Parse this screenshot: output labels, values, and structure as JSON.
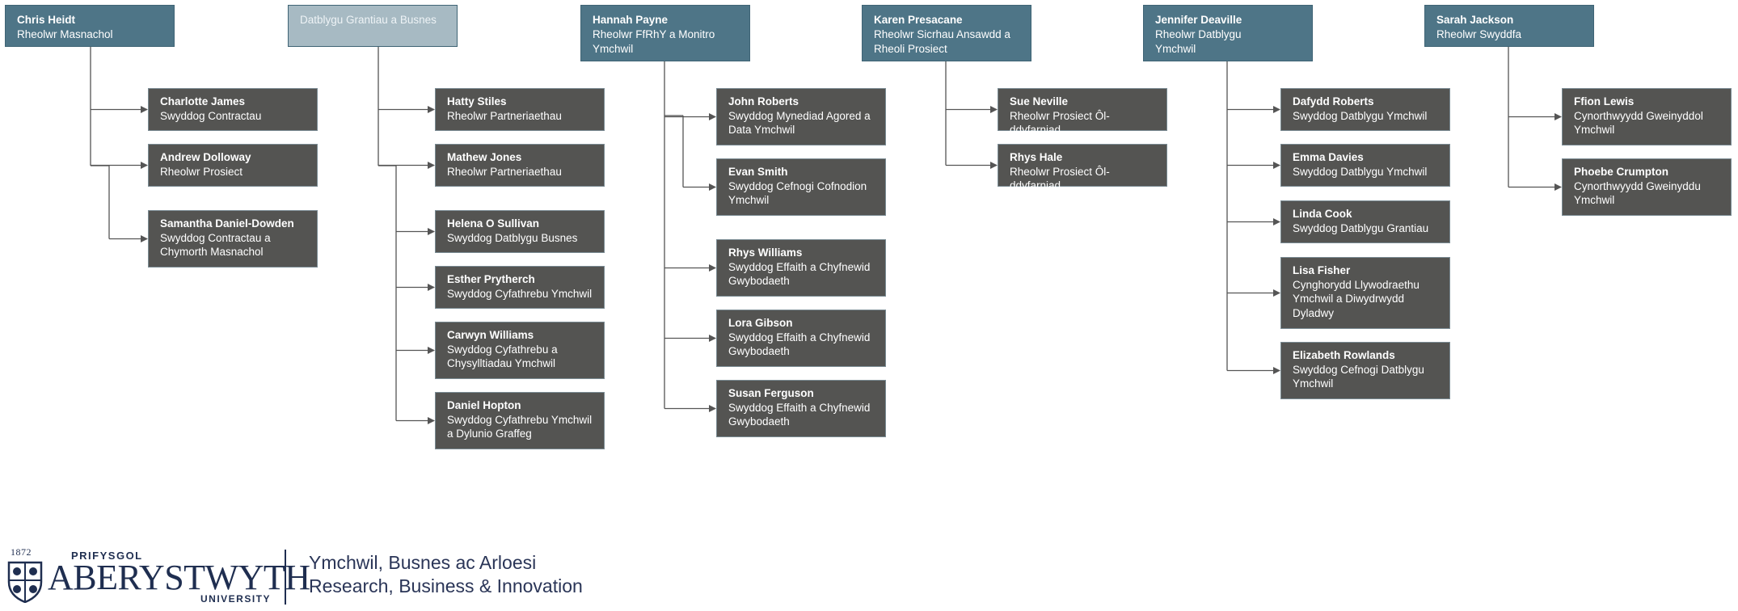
{
  "columns": [
    {
      "head": {
        "name": "Chris Heidt",
        "title_lines": [
          "Rheolwr Masnachol"
        ]
      },
      "reports": [
        {
          "name": "Charlotte James",
          "title_lines": [
            "Swyddog Contractau"
          ]
        },
        {
          "name": "Andrew Dolloway",
          "title_lines": [
            "Rheolwr Prosiect"
          ]
        },
        {
          "name": "Samantha Daniel-Dowden",
          "title_lines": [
            "Swyddog Contractau a",
            "Chymorth Masnachol"
          ]
        }
      ]
    },
    {
      "head": {
        "name": "",
        "title_lines": [
          "Datblygu Grantiau a Busnes"
        ]
      },
      "reports": [
        {
          "name": "Hatty Stiles",
          "title_lines": [
            "Rheolwr Partneriaethau"
          ]
        },
        {
          "name": "Mathew Jones",
          "title_lines": [
            "Rheolwr Partneriaethau"
          ]
        },
        {
          "name": "Helena O Sullivan",
          "title_lines": [
            "Swyddog Datblygu Busnes"
          ]
        },
        {
          "name": "Esther Prytherch",
          "title_lines": [
            "Swyddog Cyfathrebu Ymchwil"
          ]
        },
        {
          "name": "Carwyn Williams",
          "title_lines": [
            "Swyddog Cyfathrebu a",
            "Chysylltiadau Ymchwil"
          ]
        },
        {
          "name": "Daniel Hopton",
          "title_lines": [
            "Swyddog Cyfathrebu Ymchwil",
            "a Dylunio Graffeg"
          ]
        }
      ]
    },
    {
      "head": {
        "name": "Hannah Payne",
        "title_lines": [
          "Rheolwr FfRhY a Monitro",
          "Ymchwil"
        ]
      },
      "reports": [
        {
          "name": "John Roberts",
          "title_lines": [
            "Swyddog Mynediad Agored a",
            "Data Ymchwil"
          ]
        },
        {
          "name": "Evan Smith",
          "title_lines": [
            "Swyddog Cefnogi Cofnodion",
            "Ymchwil"
          ]
        },
        {
          "name": "Rhys Williams",
          "title_lines": [
            "Swyddog Effaith a Chyfnewid",
            "Gwybodaeth"
          ]
        },
        {
          "name": "Lora Gibson",
          "title_lines": [
            "Swyddog Effaith a Chyfnewid",
            "Gwybodaeth"
          ]
        },
        {
          "name": "Susan Ferguson",
          "title_lines": [
            "Swyddog Effaith a Chyfnewid",
            "Gwybodaeth"
          ]
        }
      ]
    },
    {
      "head": {
        "name": "Karen Presacane",
        "title_lines": [
          "Rheolwr Sicrhau Ansawdd a",
          "Rheoli Prosiect"
        ]
      },
      "reports": [
        {
          "name": "Sue Neville",
          "title_lines": [
            "Rheolwr Prosiect Ôl-ddyfarniad"
          ]
        },
        {
          "name": "Rhys Hale",
          "title_lines": [
            "Rheolwr Prosiect Ôl-ddyfarniad"
          ]
        }
      ]
    },
    {
      "head": {
        "name": "Jennifer Deaville",
        "title_lines": [
          "Rheolwr Datblygu",
          "Ymchwil"
        ]
      },
      "reports": [
        {
          "name": "Dafydd Roberts",
          "title_lines": [
            "Swyddog Datblygu Ymchwil"
          ]
        },
        {
          "name": "Emma Davies",
          "title_lines": [
            "Swyddog Datblygu Ymchwil"
          ]
        },
        {
          "name": "Linda Cook",
          "title_lines": [
            "Swyddog Datblygu Grantiau"
          ]
        },
        {
          "name": "Lisa Fisher",
          "title_lines": [
            "Cynghorydd Llywodraethu",
            "Ymchwil a Diwydrwydd",
            "Dyladwy"
          ]
        },
        {
          "name": "Elizabeth Rowlands",
          "title_lines": [
            "Swyddog Cefnogi Datblygu",
            "Ymchwil"
          ]
        }
      ]
    },
    {
      "head": {
        "name": "Sarah Jackson",
        "title_lines": [
          "Rheolwr Swyddfa"
        ]
      },
      "reports": [
        {
          "name": "Ffion Lewis",
          "title_lines": [
            "Cynorthwyydd Gweinyddol",
            "Ymchwil"
          ]
        },
        {
          "name": "Phoebe Crumpton",
          "title_lines": [
            "Cynorthwyydd Gweinyddu",
            "Ymchwil"
          ]
        }
      ]
    }
  ],
  "footer": {
    "logo": {
      "year": "1872",
      "prefix": "PRIFYSGOL",
      "name": "ABERYSTWYTH",
      "suffix": "UNIVERSITY"
    },
    "tagline_lines": [
      "Ymchwil, Busnes ac Arloesi",
      "Research, Business & Innovation"
    ]
  },
  "colors": {
    "head_bg": "#4e7587",
    "head_pale_bg": "#a7bac3",
    "report_bg": "#545452",
    "connector": "#555555",
    "logo_navy": "#1f2e50"
  }
}
